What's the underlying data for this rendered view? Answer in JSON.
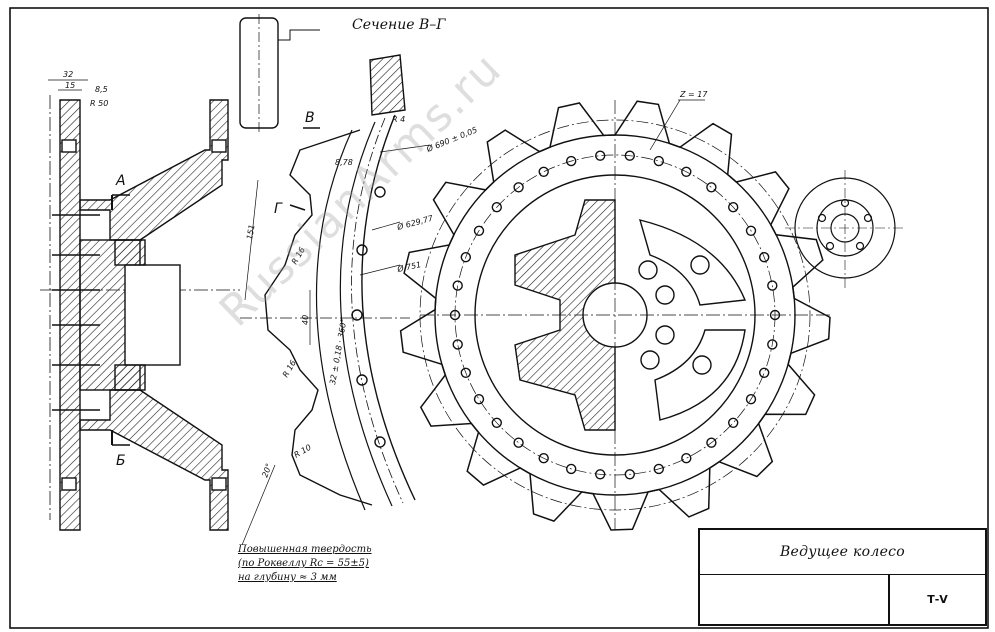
{
  "drawing": {
    "section_title": "Сечение В–Г",
    "part_name": "Ведущее колесо",
    "sheet_code": "Т-V",
    "watermark": "RussianArms.ru",
    "hardness_note": [
      "Повышенная твердость",
      "(по Роквеллу Rc = 55±5)",
      "на глубину ≈ 3 мм"
    ],
    "cut_labels": {
      "a": "А",
      "b": "Б",
      "v": "В",
      "g": "Г"
    },
    "dimensions": {
      "d32": "32",
      "d15": "15",
      "d8_5": "8,5",
      "r50": "R 50",
      "r4": "R 4",
      "r16a": "R 16",
      "r16b": "R 16",
      "r10": "R 10",
      "d40": "40",
      "d8_78": "8,78",
      "d151": "151",
      "d690": "Ø 690 ± 0,05",
      "d629": "Ø 629,77",
      "d751": "Ø 751",
      "pitch": "32 ± 0,18 · 360°",
      "teeth": "Z = 17",
      "angle": "20°"
    },
    "colors": {
      "ink": "#111111",
      "paper": "#ffffff",
      "watermark": "#a0a0a0"
    }
  }
}
